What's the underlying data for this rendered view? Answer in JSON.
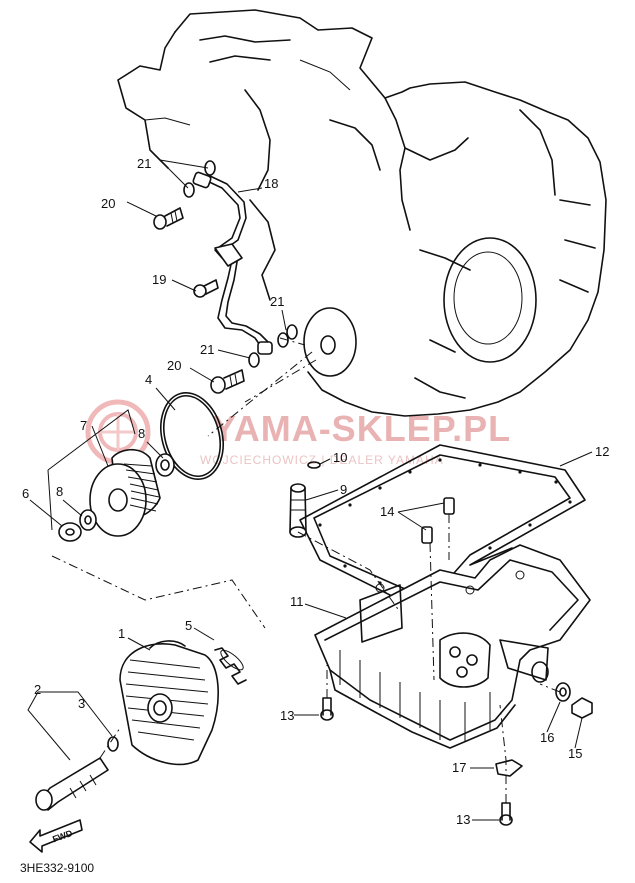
{
  "watermark": {
    "brand": "YAMA-SKLEP.PL",
    "subtitle": "WOJCIECHOWICZ | DEALER YAMAHA"
  },
  "diagram_code": "3HE332-9100",
  "fwd_label": "FWD",
  "parts": [
    {
      "id": "p1",
      "label": "1"
    },
    {
      "id": "p2",
      "label": "2"
    },
    {
      "id": "p3",
      "label": "3"
    },
    {
      "id": "p4",
      "label": "4"
    },
    {
      "id": "p5",
      "label": "5"
    },
    {
      "id": "p6",
      "label": "6"
    },
    {
      "id": "p7",
      "label": "7"
    },
    {
      "id": "p8a",
      "label": "8"
    },
    {
      "id": "p8b",
      "label": "8"
    },
    {
      "id": "p9",
      "label": "9"
    },
    {
      "id": "p10",
      "label": "10"
    },
    {
      "id": "p11",
      "label": "11"
    },
    {
      "id": "p12",
      "label": "12"
    },
    {
      "id": "p13a",
      "label": "13"
    },
    {
      "id": "p13b",
      "label": "13"
    },
    {
      "id": "p14",
      "label": "14"
    },
    {
      "id": "p15",
      "label": "15"
    },
    {
      "id": "p16",
      "label": "16"
    },
    {
      "id": "p17",
      "label": "17"
    },
    {
      "id": "p18",
      "label": "18"
    },
    {
      "id": "p19",
      "label": "19"
    },
    {
      "id": "p20a",
      "label": "20"
    },
    {
      "id": "p20b",
      "label": "20"
    },
    {
      "id": "p21a",
      "label": "21"
    },
    {
      "id": "p21b",
      "label": "21"
    },
    {
      "id": "p21c",
      "label": "21"
    }
  ]
}
